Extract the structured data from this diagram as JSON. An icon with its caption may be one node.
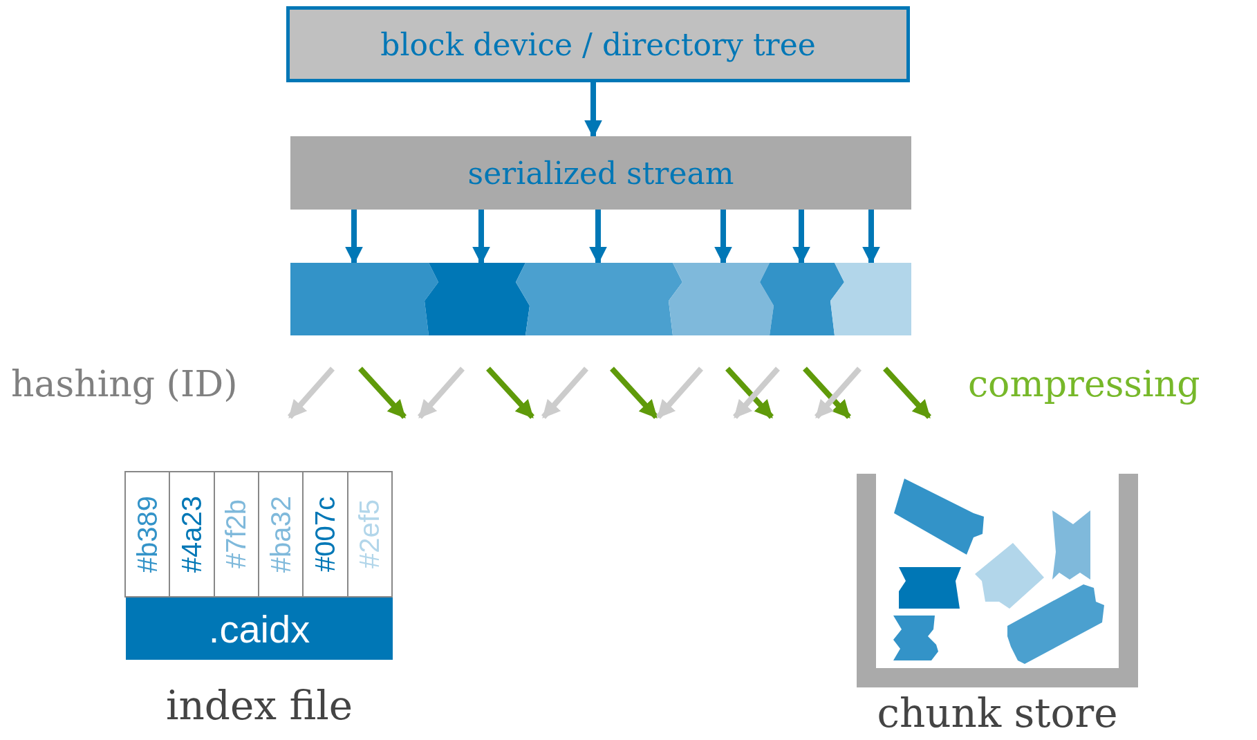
{
  "diagram": {
    "nodes": [
      {
        "text": [
          "block device / directory tree"
        ]
      },
      {
        "text": [
          "serialized stream"
        ]
      },
      {
        "text": [],
        "shape": "bar"
      },
      {
        "text": [
          ".caidx",
          "index file"
        ]
      },
      {
        "text": [
          "chunk store"
        ]
      }
    ],
    "edges": [
      {
        "from": 0,
        "to": 1,
        "arrow": "to"
      },
      {
        "from": 1,
        "to": 2,
        "arrow": "to"
      },
      {
        "from": 1,
        "to": 2,
        "arrow": "to"
      },
      {
        "from": 1,
        "to": 2,
        "arrow": "to"
      },
      {
        "from": 1,
        "to": 2,
        "arrow": "to"
      },
      {
        "from": 1,
        "to": 2,
        "arrow": "to"
      },
      {
        "from": 1,
        "to": 2,
        "arrow": "to"
      }
    ],
    "labels": [
      "hashing (ID)",
      "compressing",
      "#b389",
      "#4a23",
      "#7f2b",
      "#ba32",
      "#007c",
      "#2ef5"
    ]
  }
}
